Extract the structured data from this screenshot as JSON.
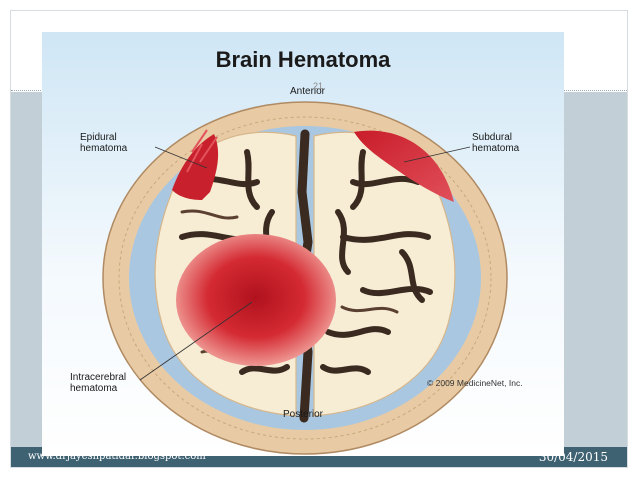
{
  "slide": {
    "footer_url": "www.drjayeshpatidar.blogspot.com",
    "footer_date": "30/04/2015",
    "slide_number": "21"
  },
  "figure": {
    "title": "Brain Hematoma",
    "labels": {
      "anterior": "Anterior",
      "posterior": "Posterior",
      "epidural": "Epidural\nhematoma",
      "subdural": "Subdural\nhematoma",
      "intracerebral": "Intracerebral\nhematoma"
    },
    "copyright": "© 2009 MedicineNet, Inc."
  },
  "colors": {
    "footer_bar": "#3f6273",
    "band": "#c2cfd6",
    "figure_sky": "#cfe6f5",
    "skull": "#e8cba4",
    "brain": "#f7ecd4",
    "csf": "#a9c7e0",
    "hematoma": "#cc1e2a"
  }
}
